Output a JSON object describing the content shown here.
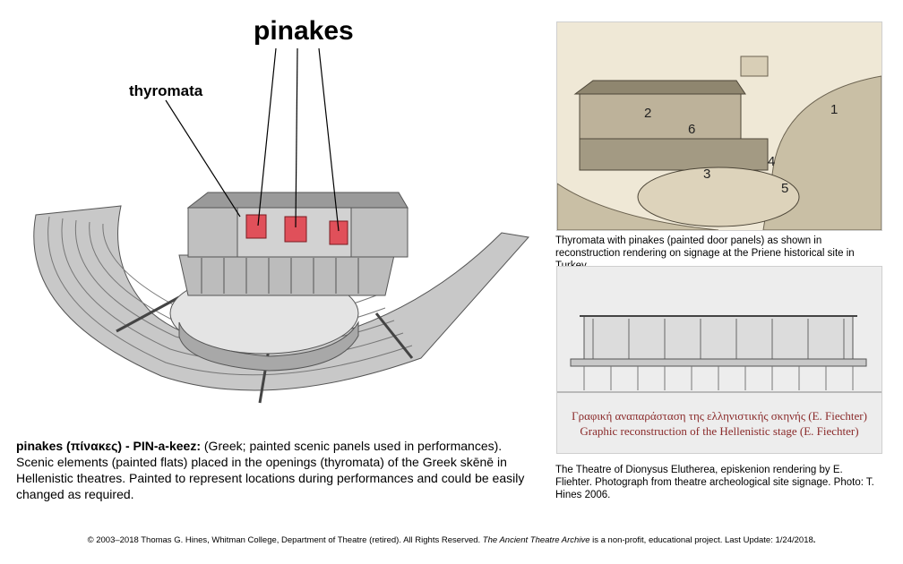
{
  "title": "pinakes",
  "callout": "thyromata",
  "definition": {
    "term": "pinakes (πίνακες) - PIN-a-keez:",
    "body": " (Greek; painted scenic panels used in performances). Scenic elements (painted flats) placed in the openings (thyromata) of the Greek skēnē in Hellenistic theatres. Painted to represent locations during performances and could be easily changed as required."
  },
  "photo1": {
    "labels": [
      "1",
      "2",
      "3",
      "4",
      "5",
      "6"
    ],
    "caption": "Thyromata with pinakes (painted door panels) as shown in reconstruction rendering on signage at the Priene historical site in Turkey."
  },
  "photo2": {
    "sign_greek": "Γραφική αναπαράσταση της ελληνιστικής σκηνής (E. Fiechter)",
    "sign_english": "Graphic reconstruction of the Hellenistic stage (E. Fiechter)",
    "caption": "The Theatre of Dionysus Elutherea, episkenion rendering by E. Fliehter. Photograph from theatre archeological site signage. Photo: T. Hines 2006."
  },
  "footer": {
    "part1": "© 2003–2018 Thomas G. Hines, Whitman College, Department of Theatre (retired). All Rights Reserved. ",
    "italic": "The Ancient Theatre Archive",
    "part2": " is a non-profit, educational project. Last Update: 1/24/2018",
    "end": "."
  }
}
